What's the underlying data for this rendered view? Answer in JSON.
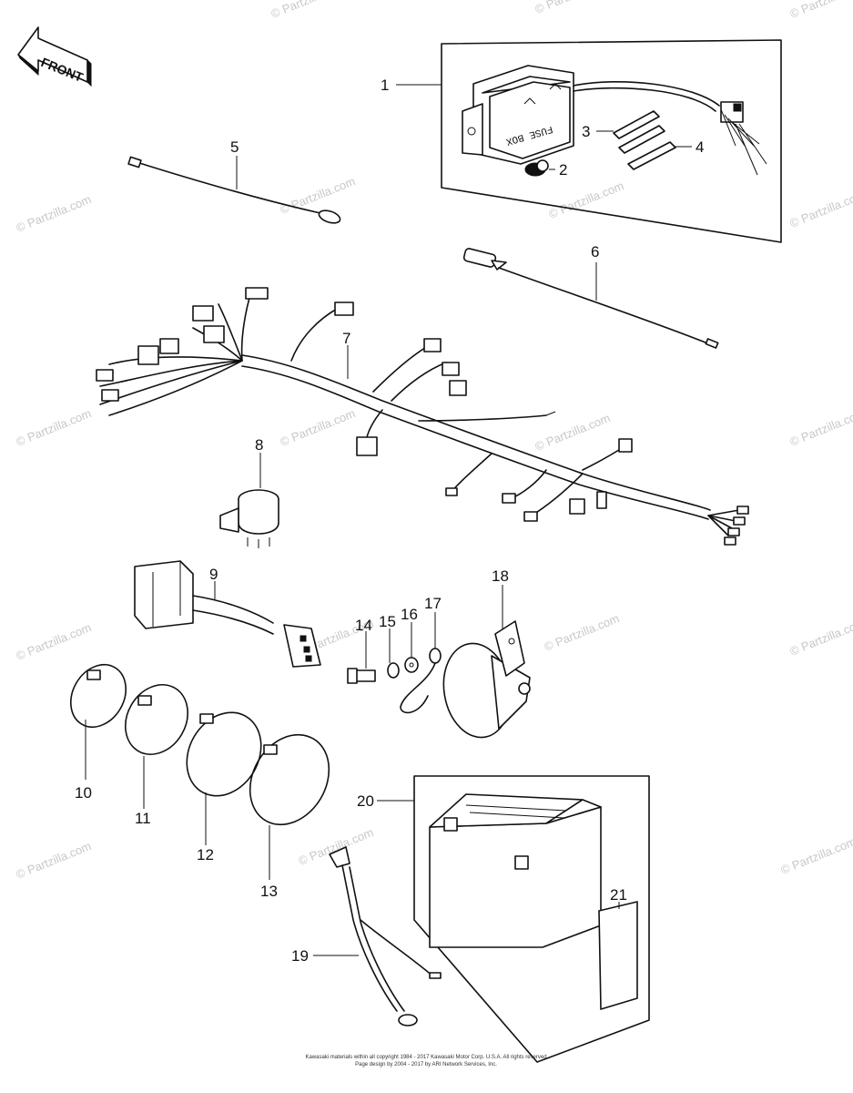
{
  "front_arrow": {
    "label": "FRONT"
  },
  "fuse_box_label": "FUSE BOX",
  "callouts": [
    "1",
    "2",
    "3",
    "4",
    "5",
    "6",
    "7",
    "8",
    "9",
    "10",
    "11",
    "12",
    "13",
    "14",
    "15",
    "16",
    "17",
    "18",
    "19",
    "20",
    "21"
  ],
  "watermark": "© Partzilla.com",
  "footer": {
    "line1": "Kawasaki materials within all copyright 1984 - 2017 Kawasaki Motor Corp. U.S.A. All rights reserved",
    "line2": "Page design by 2004 - 2017 by ARI Network Services, Inc."
  }
}
